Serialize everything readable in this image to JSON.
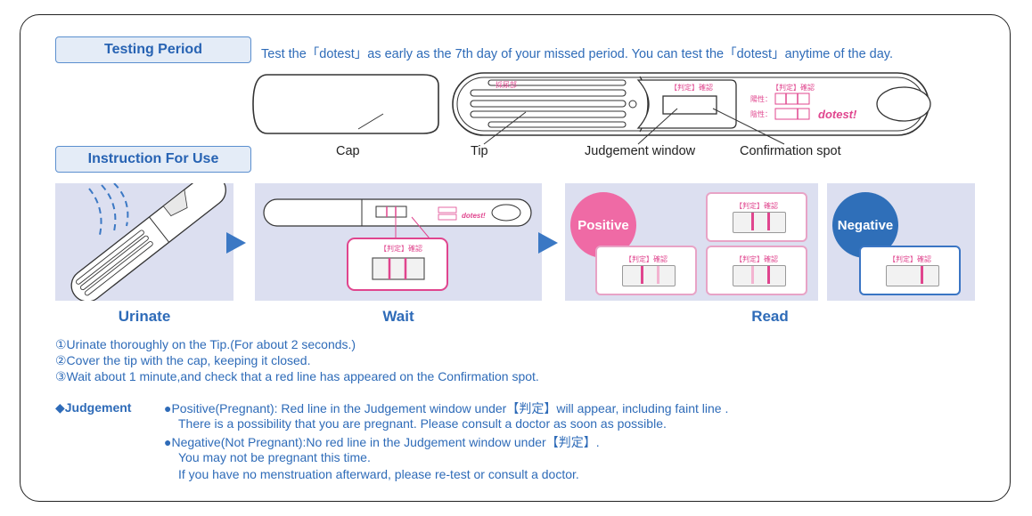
{
  "header": {
    "testing_period_label": "Testing Period",
    "testing_period_text": "Test  the「dotest」as early as the 7th day of your missed period. You can test the「dotest」anytime of the day.",
    "instruction_label": "Instruction For Use"
  },
  "device": {
    "cap_label": "Cap",
    "tip_label": "Tip",
    "judgement_window_label": "Judgement window",
    "confirmation_spot_label": "Confirmation spot",
    "stick_text_tip": "採尿部",
    "stick_text_window": "【判定】確認",
    "stick_text_positive": "陽性：",
    "stick_text_negative": "陰性：",
    "brand": "dotest!"
  },
  "panels": {
    "urinate_caption": "Urinate",
    "wait_caption": "Wait",
    "read_caption": "Read",
    "positive_badge": "Positive",
    "negative_badge": "Negative",
    "card_header": "【判定】確認"
  },
  "steps": [
    "①Urinate thoroughly on the Tip.(For about 2 seconds.)",
    "②Cover the tip with the cap, keeping it closed.",
    "③Wait about 1 minute,and check that a red line has appeared on the Confirmation spot."
  ],
  "judgement": {
    "title": "◆Judgement",
    "lines": [
      "●Positive(Pregnant): Red line in the Judgement window under【判定】will appear, including faint line .",
      "There is a possibility that you are pregnant. Please consult a doctor as soon as possible.",
      "●Negative(Not Pregnant):No red line in the Judgement window under【判定】.",
      "You may not be pregnant this time.",
      "If you have no menstruation afterward, please re-test or consult a doctor."
    ]
  },
  "colors": {
    "blue": "#2e6bb8",
    "pink": "#e0458e",
    "panel": "#dcdff0",
    "negative": "#2f6fb9"
  }
}
